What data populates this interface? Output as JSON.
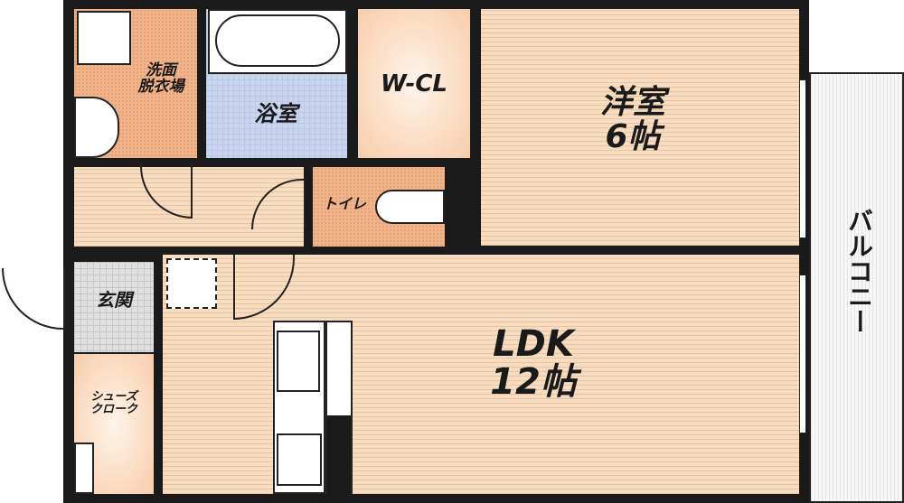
{
  "floorplan": {
    "rooms": {
      "washroom": {
        "label": "洗面\n脱衣場"
      },
      "bathroom": {
        "label": "浴室"
      },
      "walk_in_closet": {
        "label": "W-CL"
      },
      "western_room": {
        "label": "洋室\n6帖",
        "name": "洋室",
        "size": "6帖"
      },
      "toilet": {
        "label": "トイレ"
      },
      "entrance": {
        "label": "玄関"
      },
      "shoe_closet": {
        "label": "シューズ\nクローク"
      },
      "ldk": {
        "label": "LDK\n12帖",
        "name": "LDK",
        "size": "12帖"
      },
      "balcony": {
        "label": "バルコニー"
      }
    },
    "colors": {
      "wall": "#1a1a1a",
      "wood_floor": "#f4d2ad",
      "wet_area": "#f0b48a",
      "bath_tile": "#c9d6ee",
      "entrance_tile": "#e0e0e0",
      "balcony": "#f3f3f3"
    }
  }
}
